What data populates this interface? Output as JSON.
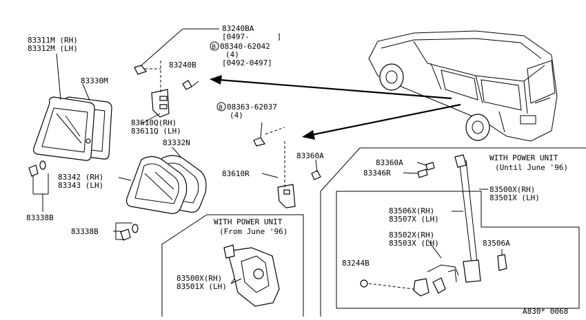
{
  "diagram_code": "A830* 0068",
  "labels": {
    "p83311m": "83311M (RH)",
    "p83312m": "83312M (LH)",
    "p83330m": "83330M",
    "p83338b_a": "83338B",
    "p83342": "83342 (RH)",
    "p83343": "83343 (LH)",
    "p83332n": "83332N",
    "p83338b_b": "83338B",
    "p83240ba": "83240BA",
    "p83240ba_date": "[0497-      ]",
    "p08340": "08340-62042",
    "p08340_qty": "(4)",
    "p08340_date": "[0492-0497]",
    "p83240b": "83240B",
    "p83610q": "83610Q(RH)",
    "p83611q": "83611Q (LH)",
    "p08363": "08363-62037",
    "p08363_qty": "(4)",
    "p83360a_a": "83360A",
    "p83610r": "83610R",
    "p83360a_b": "83360A",
    "p83346r": "83346R",
    "p83500x_a": "83500X(RH)",
    "p83501x_a": "83501X (LH)",
    "p83506x": "83506X(RH)",
    "p83507x": "83507X (LH)",
    "p83502x": "83502X(RH)",
    "p83503x": "83503X (LH)",
    "p83506a": "83506A",
    "p83244b": "83244B",
    "p83500x_b": "83500X(RH)",
    "p83501x_b": "83501X (LH)",
    "bolt_b": "B"
  },
  "boxes": {
    "power_until": {
      "title": "WITH POWER UNIT",
      "note": "(Until June '96)"
    },
    "power_from": {
      "title": "WITH POWER UNIT",
      "note": "(From June '96)"
    }
  }
}
